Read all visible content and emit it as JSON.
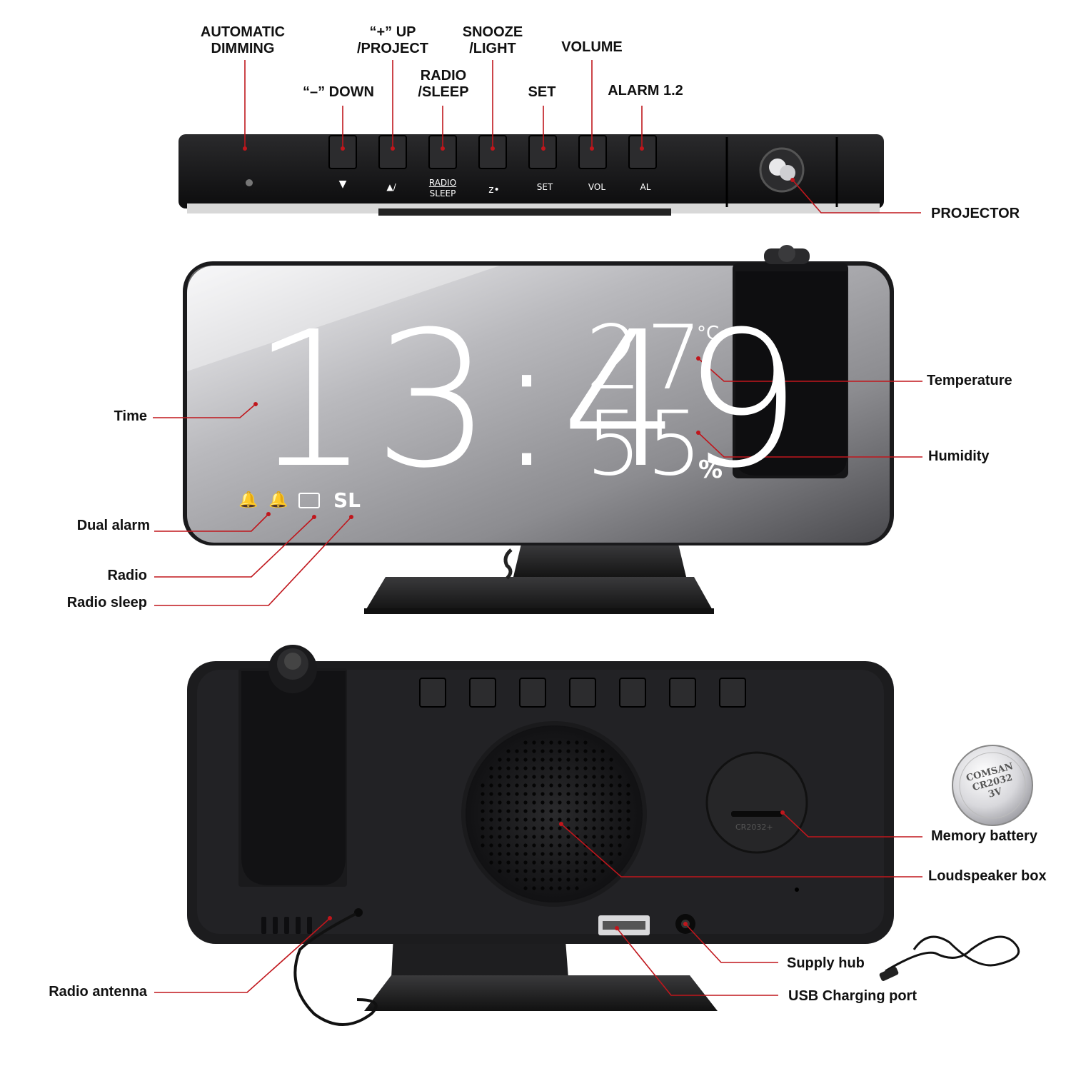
{
  "top_labels": {
    "automatic_dimming": [
      "AUTOMATIC",
      "DIMMING"
    ],
    "down": "“–” DOWN",
    "up_project": [
      "“+” UP",
      "/PROJECT"
    ],
    "radio_sleep": [
      "RADIO",
      "/SLEEP"
    ],
    "snooze_light": [
      "SNOOZE",
      "/LIGHT"
    ],
    "set": "SET",
    "volume": "VOLUME",
    "alarm": "ALARM 1.2",
    "projector": "PROJECTOR"
  },
  "button_marks": {
    "down": "▼",
    "up": "▲/",
    "radio": "RADIO",
    "sleep": "SLEEP",
    "snooze": "z•",
    "set": "SET",
    "vol": "VOL",
    "al": "AL"
  },
  "display": {
    "time": "13:49",
    "temperature": "27",
    "temperature_unit": "°C",
    "humidity": "55",
    "humidity_unit": "%",
    "sleep_indicator": "SL"
  },
  "front_labels": {
    "time": "Time",
    "temperature": "Temperature",
    "humidity": "Humidity",
    "dual_alarm": "Dual alarm",
    "radio": "Radio",
    "radio_sleep": "Radio sleep"
  },
  "back_labels": {
    "memory_battery": "Memory battery",
    "loudspeaker_box": "Loudspeaker box",
    "supply_hub": "Supply hub",
    "usb_charging_port": "USB Charging port",
    "radio_antenna": "Radio antenna"
  },
  "battery": {
    "brand": "COMSAN",
    "model": "CR2032",
    "voltage": "3V",
    "slot_marking": "CR2032+"
  },
  "colors": {
    "leader_line": "#c0161c",
    "device_body": "#1b1b1d",
    "display_glass": "#9a9a9e",
    "digits": "#ffffff"
  }
}
